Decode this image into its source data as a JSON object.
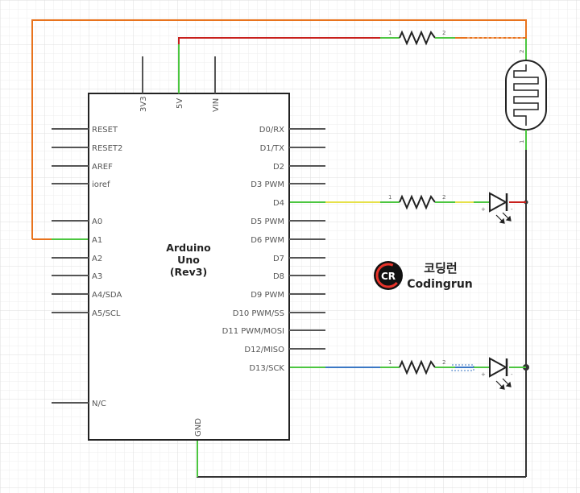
{
  "board": {
    "title_line1": "Arduino",
    "title_line2": "Uno",
    "title_line3": "(Rev3)",
    "top_pins": [
      "3V3",
      "5V",
      "VIN"
    ],
    "left_pins": [
      "RESET",
      "RESET2",
      "AREF",
      "ioref",
      "A0",
      "A1",
      "A2",
      "A3",
      "A4/SDA",
      "A5/SCL",
      "N/C"
    ],
    "right_pins": [
      "D0/RX",
      "D1/TX",
      "D2",
      "D3 PWM",
      "D4",
      "D5 PWM",
      "D6 PWM",
      "D7",
      "D8",
      "D9 PWM",
      "D10 PWM/SS",
      "D11 PWM/MOSI",
      "D12/MISO",
      "D13/SCK"
    ],
    "bottom_pins": [
      "GND"
    ]
  },
  "resistor_pin_labels": {
    "pin1": "1",
    "pin2": "2"
  },
  "ldr_pin_labels": {
    "pin1": "1",
    "pin2": "2"
  },
  "led_pin_labels": {
    "anode": "+",
    "cathode": "-"
  },
  "logo": {
    "badge": "CR",
    "name_ko": "코딩런",
    "name_en": "Codingrun",
    "badge_color": "#e8332a"
  },
  "wire_colors": {
    "orange": "#e8731d",
    "red": "#c8201c",
    "yellow": "#e6e14a",
    "blue": "#3b78c4",
    "green": "#4cc640",
    "black": "#333333"
  }
}
